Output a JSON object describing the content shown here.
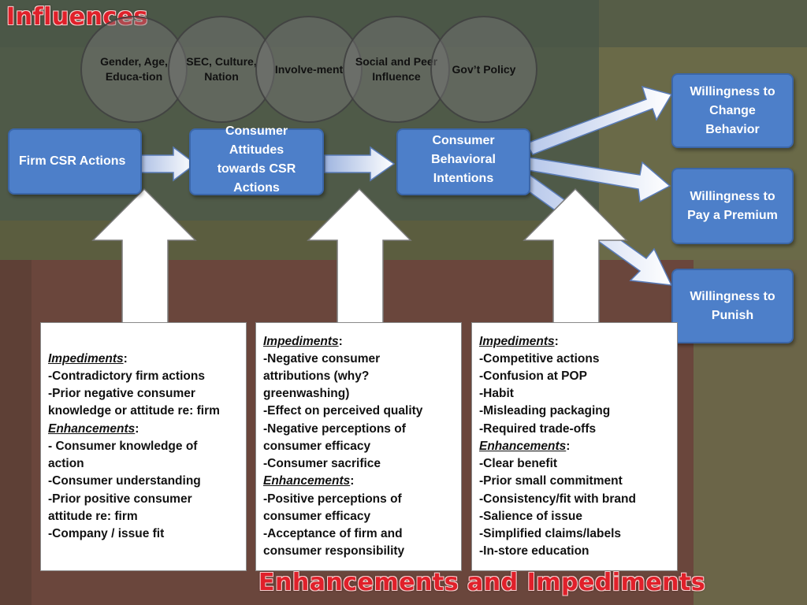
{
  "titles": {
    "influences": "Influences",
    "bottom": "Enhancements and Impediments"
  },
  "influence_circles": [
    {
      "label": "Gender, Age, Educa-tion"
    },
    {
      "label": "SEC, Culture, Nation"
    },
    {
      "label": "Involve-ment"
    },
    {
      "label": "Social and Peer Influence"
    },
    {
      "label": "Gov’t Policy"
    }
  ],
  "flow_boxes": {
    "firm_csr": "Firm CSR Actions",
    "attitudes": "Consumer Attitudes towards CSR Actions",
    "intentions": "Consumer Behavioral Intentions"
  },
  "outcomes": [
    {
      "label": "Willingness to Change Behavior"
    },
    {
      "label": "Willingness to Pay a Premium"
    },
    {
      "label": "Willingness to Punish"
    }
  ],
  "panels": [
    {
      "impediments_head": "Impediments",
      "impediments": [
        "-Contradictory firm actions",
        "-Prior negative consumer knowledge or attitude re: firm"
      ],
      "enhancements_head": "Enhancements",
      "enhancements": [
        "- Consumer knowledge of action",
        "-Consumer understanding",
        "-Prior positive consumer attitude re: firm",
        "-Company / issue fit"
      ]
    },
    {
      "impediments_head": "Impediments",
      "impediments": [
        "-Negative consumer attributions (why? greenwashing)",
        "-Effect on perceived quality",
        "-Negative perceptions of consumer efficacy",
        "-Consumer sacrifice"
      ],
      "enhancements_head": "Enhancements",
      "enhancements": [
        "-Positive perceptions of consumer efficacy",
        "-Acceptance of firm and consumer responsibility"
      ]
    },
    {
      "impediments_head": "Impediments",
      "impediments": [
        "-Competitive actions",
        "-Confusion at POP",
        "-Habit",
        "-Misleading packaging",
        "-Required trade-offs"
      ],
      "enhancements_head": "Enhancements",
      "enhancements": [
        "-Clear benefit",
        "-Prior small commitment",
        "-Consistency/fit with brand",
        "-Salience of issue",
        "-Simplified claims/labels",
        "-In-store education"
      ]
    }
  ],
  "colors": {
    "box_fill": "#4d7fc9",
    "title_red": "#e0202a"
  }
}
